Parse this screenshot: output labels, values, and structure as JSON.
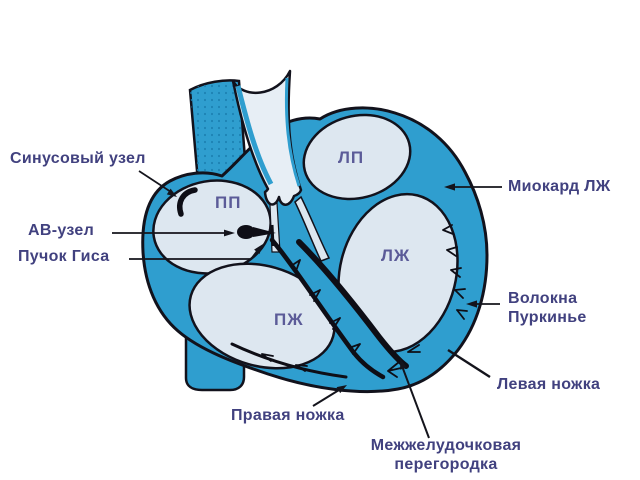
{
  "labels": {
    "sinus_node": "Синусовый узел",
    "av_node": "АВ-узел",
    "his_bundle": "Пучок Гиса",
    "lv_myocardium": "Миокард ЛЖ",
    "purkinje_fibers": {
      "line1": "Волокна",
      "line2": "Пуркинье"
    },
    "left_bundle_branch": "Левая ножка",
    "right_bundle_branch": "Правая ножка",
    "interventricular_septum": {
      "line1": "Межжелудочковая",
      "line2": "перегородка"
    }
  },
  "chambers": {
    "left_atrium": "ЛП",
    "right_atrium": "ПП",
    "left_ventricle": "ЛЖ",
    "right_ventricle": "ПЖ"
  },
  "colors": {
    "myocardium_blue": "#2f9ecf",
    "vena_cava_dots": "#1b7fb0",
    "chamber_fill": "#dde7f0",
    "aorta_fill": "#e7eef5",
    "outline": "#12121c",
    "label_text": "#41417f",
    "chamber_label_text": "#5b5b98",
    "background": "#ffffff"
  }
}
